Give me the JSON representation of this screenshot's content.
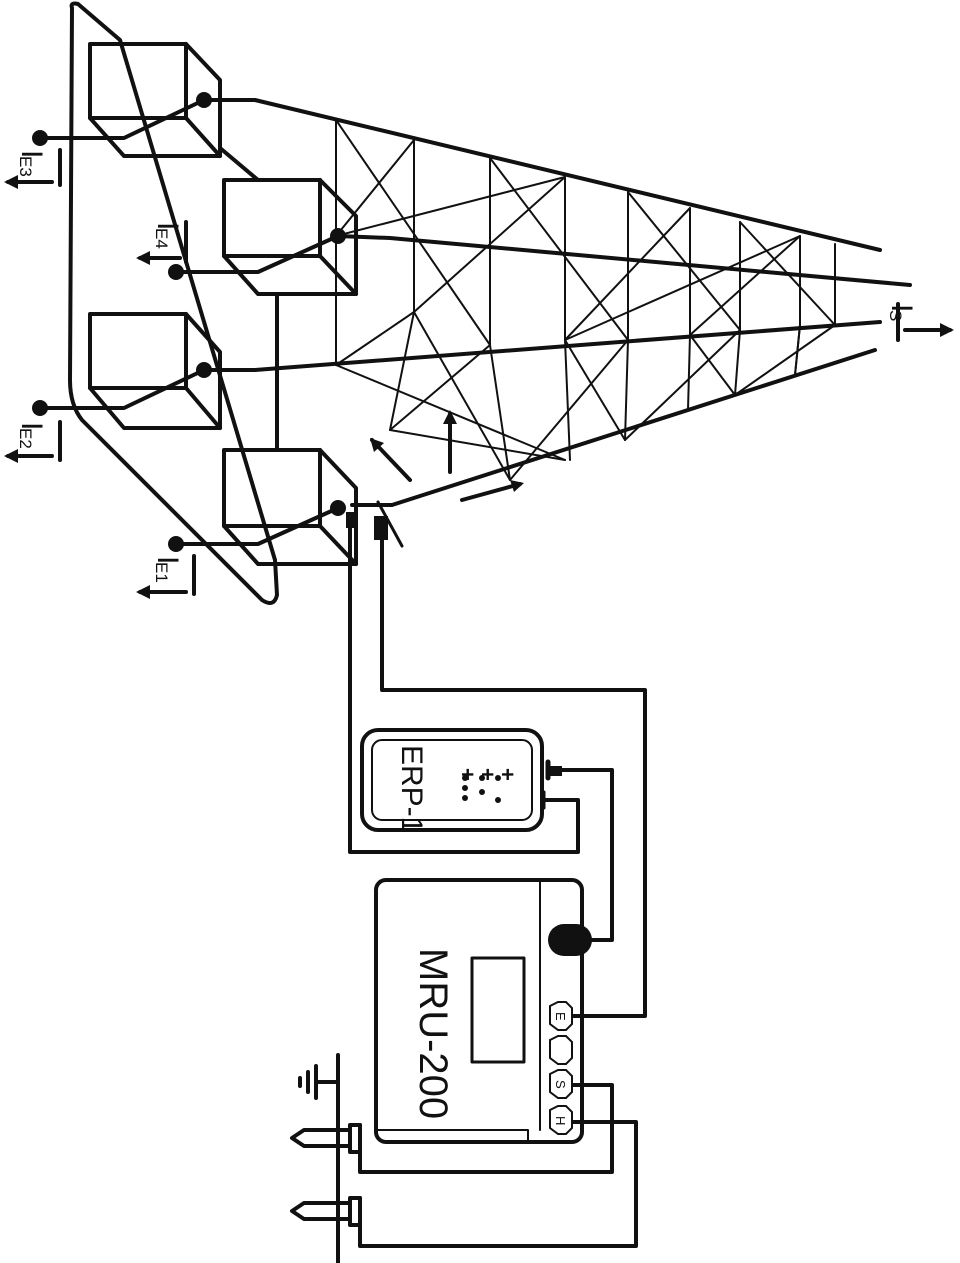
{
  "colors": {
    "line": "#111111",
    "background": "#ffffff"
  },
  "labels": {
    "ie1": "I",
    "ie1_sub": "E1",
    "ie2": "I",
    "ie2_sub": "E2",
    "ie3": "I",
    "ie3_sub": "E3",
    "ie4": "I",
    "ie4_sub": "E4",
    "is": "I",
    "is_sub": "S"
  },
  "clamp_device": {
    "name": "ERP-1"
  },
  "meter": {
    "name": "MRU-200",
    "terminals": [
      "E",
      "",
      "S",
      "H"
    ]
  },
  "ground_symbol": "earth-icon"
}
